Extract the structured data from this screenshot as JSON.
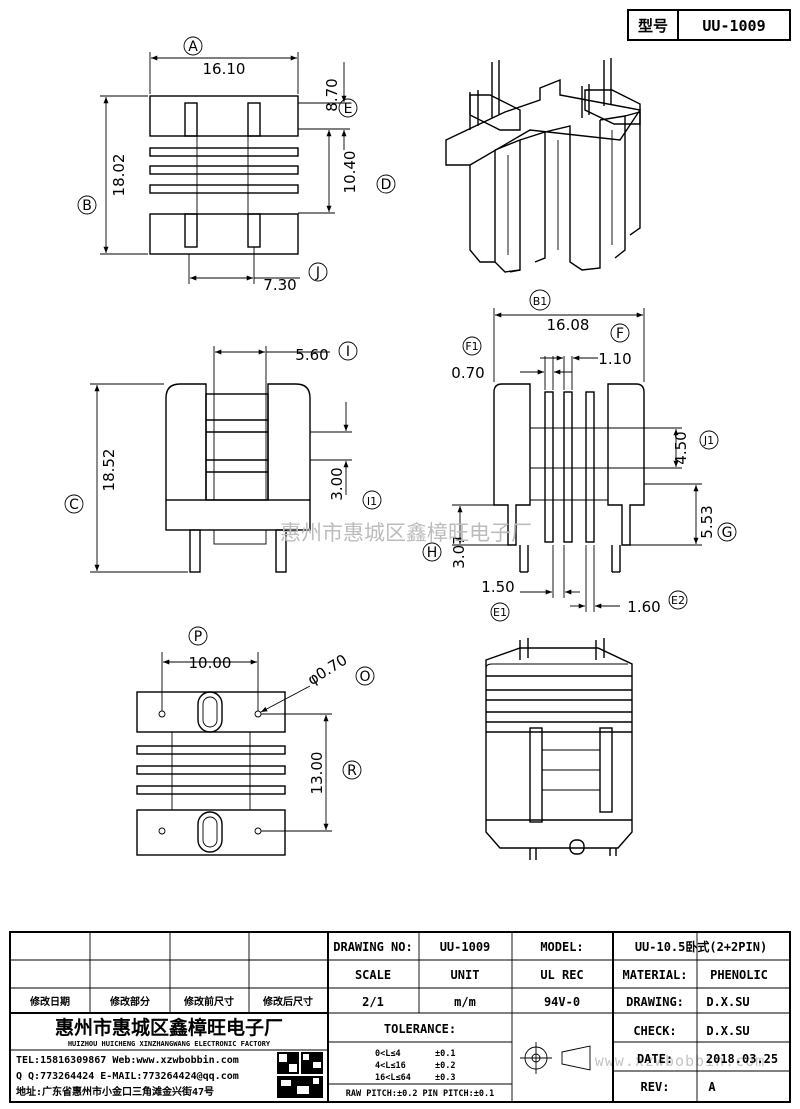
{
  "header": {
    "type_label": "型号",
    "type_value": "UU-1009"
  },
  "dimensions": {
    "A": "16.10",
    "E": "8.70",
    "B": "18.02",
    "D": "10.40",
    "J": "7.30",
    "B1": "16.08",
    "I": "5.60",
    "F1": "0.70",
    "F": "1.10",
    "C": "18.52",
    "J1": "4.50",
    "I1": "3.00",
    "G": "5.53",
    "H": "3.07",
    "E1": "1.50",
    "E2": "1.60",
    "P": "10.00",
    "O": "φ0.70",
    "R": "13.00"
  },
  "letters": {
    "A": "A",
    "E": "E",
    "B": "B",
    "D": "D",
    "J": "J",
    "B1": "B1",
    "I": "I",
    "F1": "F1",
    "F": "F",
    "C": "C",
    "J1": "J1",
    "I1": "I1",
    "G": "G",
    "H": "H",
    "E1": "E1",
    "E2": "E2",
    "P": "P",
    "O": "O",
    "R": "R"
  },
  "watermark": {
    "cn": "惠州市惠城区鑫樟旺电子厂",
    "web": "www.xzwbobbin.com"
  },
  "title_block": {
    "drawing_no_label": "DRAWING NO:",
    "drawing_no": "UU-1009",
    "model_label": "MODEL:",
    "model": "UU-10.5卧式(2+2PIN)",
    "scale_label": "SCALE",
    "unit_label": "UNIT",
    "ul_label": "UL REC",
    "material_label": "MATERIAL:",
    "material": "PHENOLIC",
    "scale": "2/1",
    "unit": "m/m",
    "ul": "94V-0",
    "drawing_label": "DRAWING:",
    "drawing_by": "D.X.SU",
    "check_label": "CHECK:",
    "check_by": "D.X.SU",
    "date_label": "DATE:",
    "date": "2018.03.25",
    "rev_label": "REV:",
    "rev": "A",
    "tolerance_label": "TOLERANCE:",
    "tol_rows": [
      {
        "range": "0<L≤4",
        "value": "±0.1"
      },
      {
        "range": "4<L≤16",
        "value": "±0.2"
      },
      {
        "range": "16<L≤64",
        "value": "±0.3"
      }
    ],
    "pitch_line": "RAW PITCH:±0.2 PIN PITCH:±0.1",
    "rev_headers": [
      "修改日期",
      "修改部分",
      "修改前尺寸",
      "修改后尺寸"
    ],
    "company_cn": "惠州市惠城区鑫樟旺电子厂",
    "company_en": "HUIZHOU HUICHENG XINZHANGWANG ELECTRONIC FACTORY",
    "tel": "TEL:15816309867 Web:www.xzwbobbin.com",
    "qq": "Q Q:773264424 E-MAIL:773264424@qq.com",
    "address": "地址:广东省惠州市小金口三角滩金兴街47号"
  }
}
